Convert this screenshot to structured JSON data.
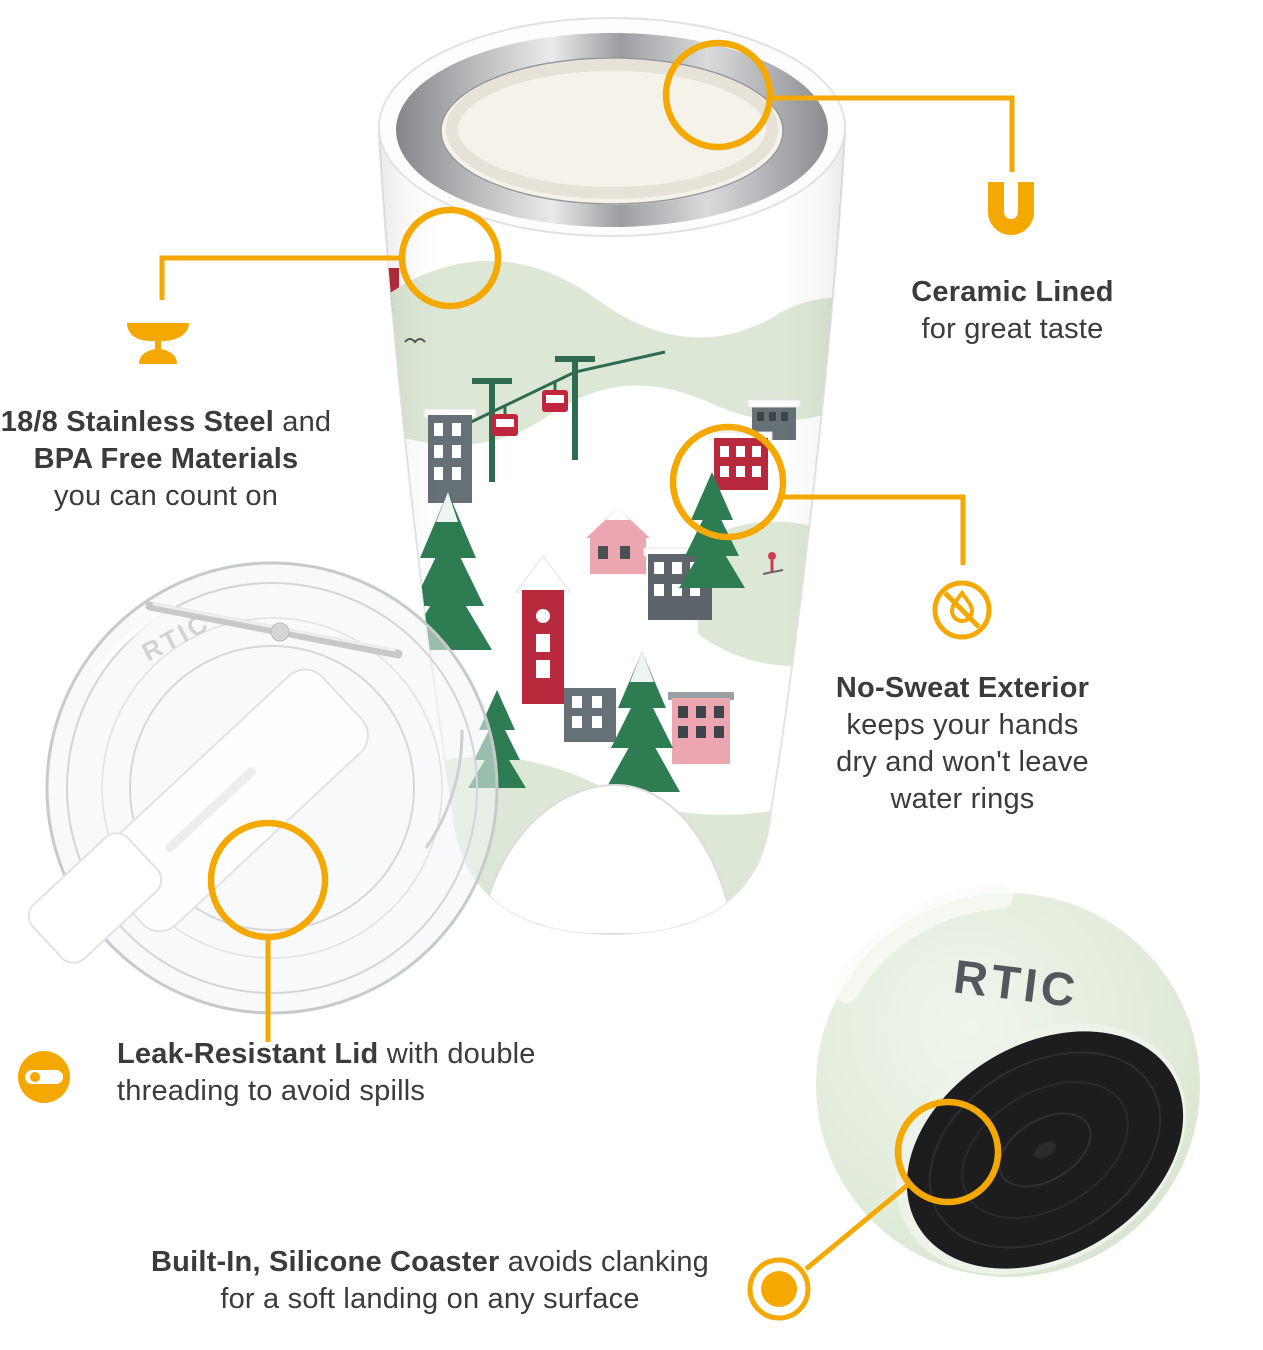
{
  "colors": {
    "accent": "#F5A800",
    "text": "#3B3B3B",
    "mint": "#DCE8D5",
    "building_red": "#B8293D",
    "building_pink": "#EBA6B0",
    "building_gray": "#667077",
    "tree_green": "#2E7D52",
    "base_black": "#1D1D1F"
  },
  "brand": {
    "logo": "RTIC"
  },
  "callouts": {
    "ceramic": {
      "title": "Ceramic Lined",
      "subtitle": "for great taste"
    },
    "stainless": {
      "bold1": "18/8 Stainless Steel",
      "regular1": " and",
      "bold2": "BPA Free Materials",
      "line3": "you can count on"
    },
    "no_sweat": {
      "title": "No-Sweat Exterior",
      "line1": "keeps your hands",
      "line2": "dry and won't leave",
      "line3": "water rings"
    },
    "leak": {
      "bold": "Leak-Resistant Lid",
      "regular1": " with double",
      "line2": "threading to avoid spills"
    },
    "coaster": {
      "bold": "Built-In, Silicone Coaster",
      "regular1": " avoids clanking",
      "line2": "for a soft landing on any surface"
    }
  },
  "icons": {
    "anvil": "anvil-icon",
    "magnet_u": "magnet-icon",
    "droplet_slash": "droplet-slash-icon",
    "lid_slider": "lid-slider-icon",
    "coaster": "coaster-icon"
  }
}
